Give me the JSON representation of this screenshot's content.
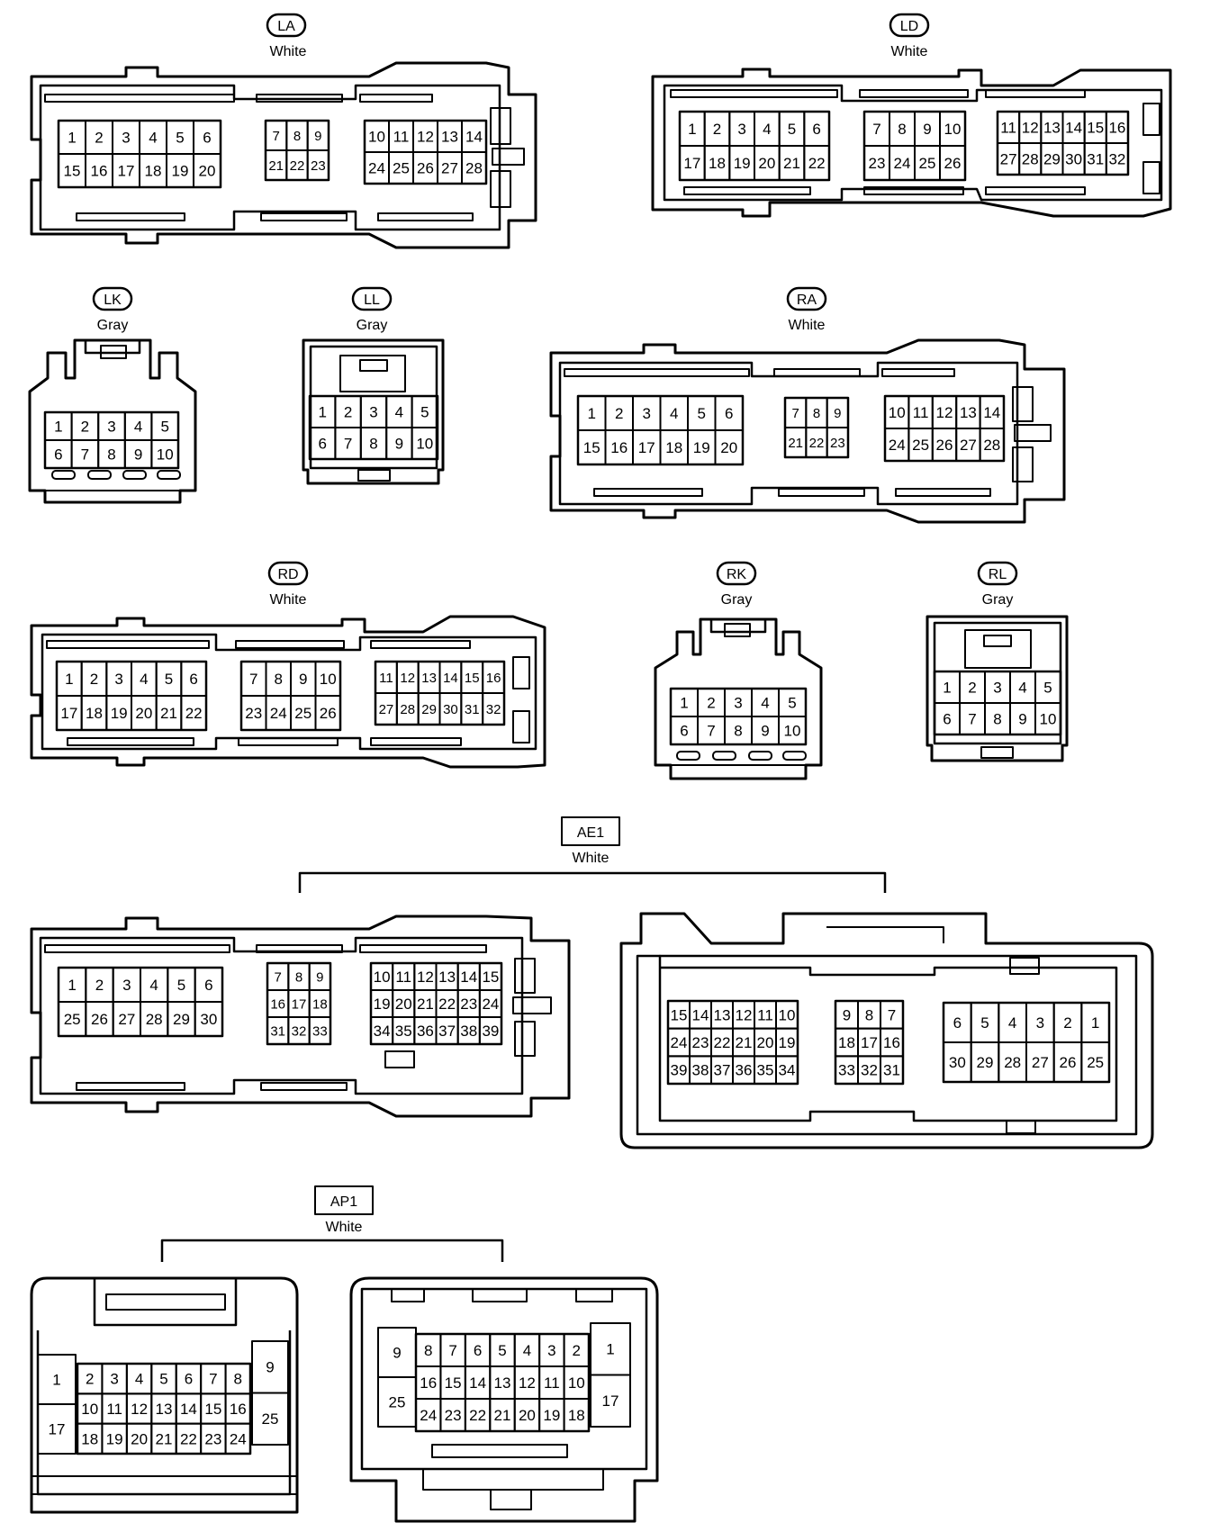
{
  "connectors": [
    {
      "id": "la",
      "tag": "LA",
      "tag_style": "rounded",
      "color": "White",
      "blocks": [
        [
          [
            "1",
            "2",
            "3",
            "4",
            "5",
            "6"
          ],
          [
            "15",
            "16",
            "17",
            "18",
            "19",
            "20"
          ]
        ],
        [
          [
            "7",
            "8",
            "9"
          ],
          [
            "21",
            "22",
            "23"
          ]
        ],
        [
          [
            "10",
            "11",
            "12",
            "13",
            "14"
          ],
          [
            "24",
            "25",
            "26",
            "27",
            "28"
          ]
        ]
      ]
    },
    {
      "id": "ld",
      "tag": "LD",
      "tag_style": "rounded",
      "color": "White",
      "blocks": [
        [
          [
            "1",
            "2",
            "3",
            "4",
            "5",
            "6"
          ],
          [
            "17",
            "18",
            "19",
            "20",
            "21",
            "22"
          ]
        ],
        [
          [
            "7",
            "8",
            "9",
            "10"
          ],
          [
            "23",
            "24",
            "25",
            "26"
          ]
        ],
        [
          [
            "11",
            "12",
            "13",
            "14",
            "15",
            "16"
          ],
          [
            "27",
            "28",
            "29",
            "30",
            "31",
            "32"
          ]
        ]
      ]
    },
    {
      "id": "lk",
      "tag": "LK",
      "tag_style": "rounded",
      "color": "Gray",
      "blocks": [
        [
          [
            "1",
            "2",
            "3",
            "4",
            "5"
          ],
          [
            "6",
            "7",
            "8",
            "9",
            "10"
          ]
        ]
      ]
    },
    {
      "id": "ll",
      "tag": "LL",
      "tag_style": "rounded",
      "color": "Gray",
      "blocks": [
        [
          [
            "1",
            "2",
            "3",
            "4",
            "5"
          ],
          [
            "6",
            "7",
            "8",
            "9",
            "10"
          ]
        ]
      ]
    },
    {
      "id": "ra",
      "tag": "RA",
      "tag_style": "rounded",
      "color": "White",
      "blocks": [
        [
          [
            "1",
            "2",
            "3",
            "4",
            "5",
            "6"
          ],
          [
            "15",
            "16",
            "17",
            "18",
            "19",
            "20"
          ]
        ],
        [
          [
            "7",
            "8",
            "9"
          ],
          [
            "21",
            "22",
            "23"
          ]
        ],
        [
          [
            "10",
            "11",
            "12",
            "13",
            "14"
          ],
          [
            "24",
            "25",
            "26",
            "27",
            "28"
          ]
        ]
      ]
    },
    {
      "id": "rd",
      "tag": "RD",
      "tag_style": "rounded",
      "color": "White",
      "blocks": [
        [
          [
            "1",
            "2",
            "3",
            "4",
            "5",
            "6"
          ],
          [
            "17",
            "18",
            "19",
            "20",
            "21",
            "22"
          ]
        ],
        [
          [
            "7",
            "8",
            "9",
            "10"
          ],
          [
            "23",
            "24",
            "25",
            "26"
          ]
        ],
        [
          [
            "11",
            "12",
            "13",
            "14",
            "15",
            "16"
          ],
          [
            "27",
            "28",
            "29",
            "30",
            "31",
            "32"
          ]
        ]
      ]
    },
    {
      "id": "rk",
      "tag": "RK",
      "tag_style": "rounded",
      "color": "Gray",
      "blocks": [
        [
          [
            "1",
            "2",
            "3",
            "4",
            "5"
          ],
          [
            "6",
            "7",
            "8",
            "9",
            "10"
          ]
        ]
      ]
    },
    {
      "id": "rl",
      "tag": "RL",
      "tag_style": "rounded",
      "color": "Gray",
      "blocks": [
        [
          [
            "1",
            "2",
            "3",
            "4",
            "5"
          ],
          [
            "6",
            "7",
            "8",
            "9",
            "10"
          ]
        ]
      ]
    },
    {
      "id": "ae1",
      "tag": "AE1",
      "tag_style": "square",
      "color": "White",
      "sides": [
        {
          "blocks": [
            [
              [
                "1",
                "2",
                "3",
                "4",
                "5",
                "6"
              ],
              [
                "25",
                "26",
                "27",
                "28",
                "29",
                "30"
              ]
            ],
            [
              [
                "7",
                "8",
                "9"
              ],
              [
                "16",
                "17",
                "18"
              ],
              [
                "31",
                "32",
                "33"
              ]
            ],
            [
              [
                "10",
                "11",
                "12",
                "13",
                "14",
                "15"
              ],
              [
                "19",
                "20",
                "21",
                "22",
                "23",
                "24"
              ],
              [
                "34",
                "35",
                "36",
                "37",
                "38",
                "39"
              ]
            ]
          ]
        },
        {
          "blocks": [
            [
              [
                "15",
                "14",
                "13",
                "12",
                "11",
                "10"
              ],
              [
                "24",
                "23",
                "22",
                "21",
                "20",
                "19"
              ],
              [
                "39",
                "38",
                "37",
                "36",
                "35",
                "34"
              ]
            ],
            [
              [
                "9",
                "8",
                "7"
              ],
              [
                "18",
                "17",
                "16"
              ],
              [
                "33",
                "32",
                "31"
              ]
            ],
            [
              [
                "6",
                "5",
                "4",
                "3",
                "2",
                "1"
              ],
              [
                "30",
                "29",
                "28",
                "27",
                "26",
                "25"
              ]
            ]
          ]
        }
      ]
    },
    {
      "id": "ap1",
      "tag": "AP1",
      "tag_style": "square",
      "color": "White",
      "sides": [
        {
          "left_pins": [
            "1",
            "17"
          ],
          "right_pins": [
            "9",
            "25"
          ],
          "rows": [
            [
              "2",
              "3",
              "4",
              "5",
              "6",
              "7",
              "8"
            ],
            [
              "10",
              "11",
              "12",
              "13",
              "14",
              "15",
              "16"
            ],
            [
              "18",
              "19",
              "20",
              "21",
              "22",
              "23",
              "24"
            ]
          ]
        },
        {
          "left_pins": [
            "9",
            "25"
          ],
          "right_pins": [
            "1",
            "17"
          ],
          "rows": [
            [
              "8",
              "7",
              "6",
              "5",
              "4",
              "3",
              "2"
            ],
            [
              "16",
              "15",
              "14",
              "13",
              "12",
              "11",
              "10"
            ],
            [
              "24",
              "23",
              "22",
              "21",
              "20",
              "19",
              "18"
            ]
          ]
        }
      ]
    }
  ]
}
